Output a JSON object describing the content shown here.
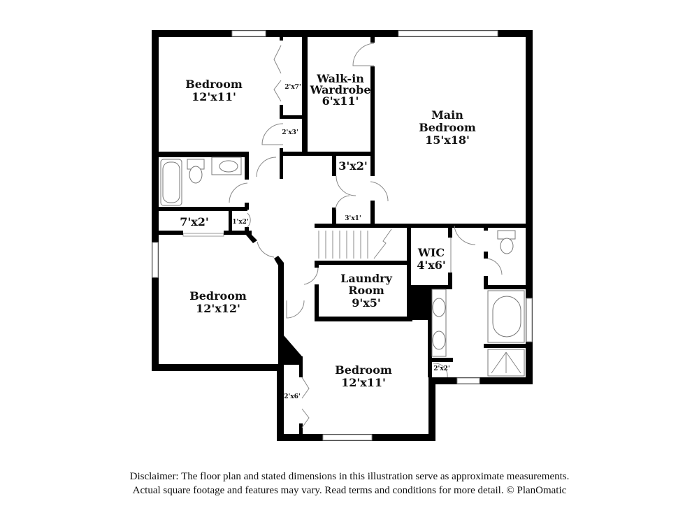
{
  "floor_plan": {
    "rooms": [
      {
        "id": "bedroom-nw",
        "name": "Bedroom",
        "dimensions": "12'x11'"
      },
      {
        "id": "closet-bed-nw",
        "name": "",
        "dimensions": "2'x7'"
      },
      {
        "id": "closet-hall-1",
        "name": "",
        "dimensions": "2'x3'"
      },
      {
        "id": "walk-in-wardrobe",
        "name_line1": "Walk-in",
        "name_line2": "Wardrobe",
        "dimensions": "6'x11'"
      },
      {
        "id": "main-bedroom",
        "name_line1": "Main",
        "name_line2": "Bedroom",
        "dimensions": "15'x18'"
      },
      {
        "id": "closet-3x2",
        "name": "",
        "dimensions": "3'x2'"
      },
      {
        "id": "closet-3x1",
        "name": "",
        "dimensions": "3'x1'"
      },
      {
        "id": "closet-7x2",
        "name": "",
        "dimensions": "7'x2'"
      },
      {
        "id": "closet-1x2",
        "name": "",
        "dimensions": "1'x2'"
      },
      {
        "id": "wic",
        "name": "WIC",
        "dimensions": "4'x6'"
      },
      {
        "id": "laundry-room",
        "name_line1": "Laundry",
        "name_line2": "Room",
        "dimensions": "9'x5'"
      },
      {
        "id": "bedroom-w",
        "name": "Bedroom",
        "dimensions": "12'x12'"
      },
      {
        "id": "bedroom-s",
        "name": "Bedroom",
        "dimensions": "12'x11'"
      },
      {
        "id": "closet-bed-s",
        "name": "",
        "dimensions": "2'x6'"
      },
      {
        "id": "closet-2x2",
        "name": "",
        "dimensions": "2'x2'"
      }
    ]
  },
  "disclaimer": {
    "line1": "Disclaimer: The floor plan and stated dimensions in this illustration serve as approximate measurements.",
    "line2": "Actual square footage and features may vary. Read terms and conditions for more detail. © PlanOmatic"
  }
}
